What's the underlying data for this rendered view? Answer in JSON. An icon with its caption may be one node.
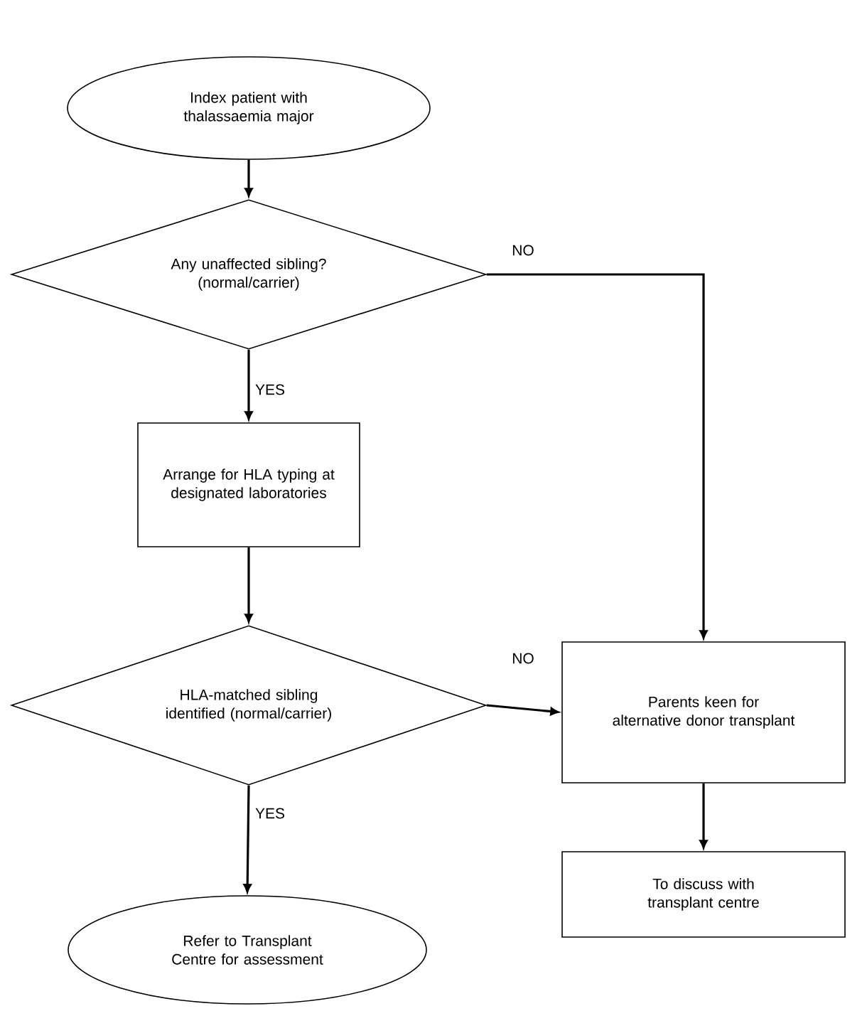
{
  "diagram": {
    "nodes": [
      {
        "text": [
          "Index patient with thalassaemia major"
        ]
      },
      {
        "text": [
          "Any unaffected sibling? (normal/carrier)"
        ]
      },
      {
        "text": [
          "Arrange for HLA typing at designated laboratories"
        ]
      },
      {
        "text": [
          "HLA-matched sibling identified (normal/carrier)"
        ]
      },
      {
        "text": [
          "Parents keen for alternative donor transplant"
        ]
      },
      {
        "text": [
          "Refer to Transplant Centre for assessment"
        ]
      },
      {
        "text": [
          "To discuss with transplant centre"
        ]
      }
    ],
    "edges": [
      {
        "from": 0,
        "to": 1,
        "arrow": "to"
      },
      {
        "from": 1,
        "to": 2,
        "arrow": "to",
        "label": "YES"
      },
      {
        "from": 1,
        "to": 4,
        "arrow": "to",
        "label": "NO"
      },
      {
        "from": 2,
        "to": 3,
        "arrow": "to"
      },
      {
        "from": 3,
        "to": 4,
        "arrow": "to",
        "label": "NO"
      },
      {
        "from": 3,
        "to": 5,
        "arrow": "to",
        "label": "YES"
      },
      {
        "from": 4,
        "to": 6,
        "arrow": "to"
      }
    ]
  }
}
